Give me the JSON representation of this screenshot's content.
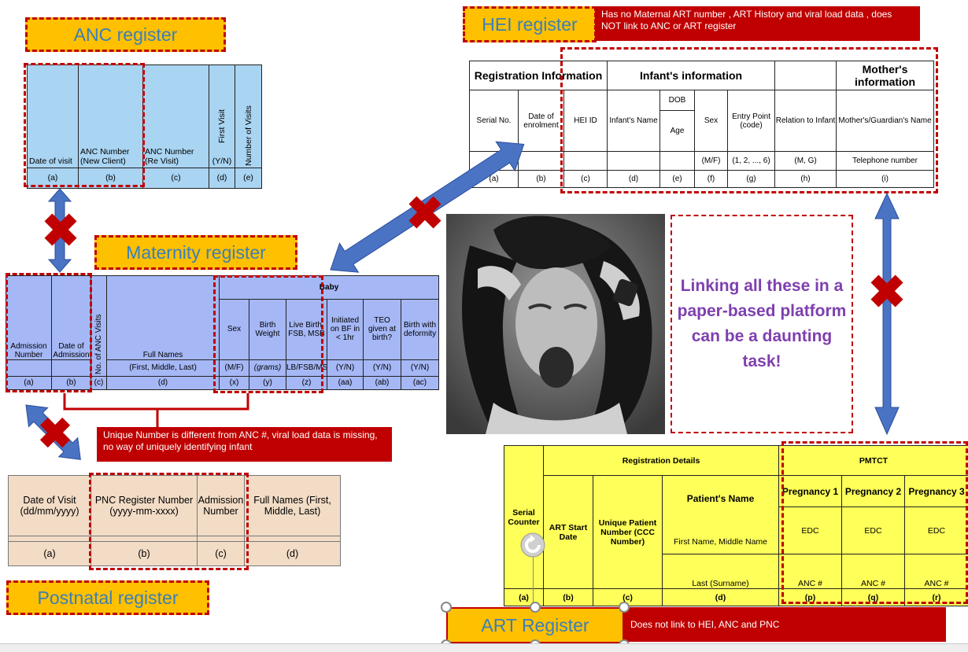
{
  "labels": {
    "anc": "ANC register",
    "maternity": "Maternity register",
    "postnatal": "Postnatal register",
    "hei": "HEI register",
    "art": "ART Register"
  },
  "notes": {
    "hei": "Has no Maternal ART number , ART History and viral load data , does NOT link to ANC or ART register",
    "maternity": "Unique Number is different from ANC #, viral load data is missing, no way of uniquely identifying infant",
    "art": "Does not link to HEI,  ANC and PNC"
  },
  "daunting": "Linking all these in a paper-based platform can be a daunting task!",
  "anc_table": {
    "headers": [
      "Date of visit",
      "ANC Number (New Client)",
      "ANC Number (Re Visit)",
      "First Visit",
      "Number of Visits"
    ],
    "yn": "(Y/N)",
    "codes": [
      "(a)",
      "(b)",
      "(c)",
      "(d)",
      "(e)"
    ]
  },
  "maternity_table": {
    "group": "Baby",
    "headers": [
      "Admission Number",
      "Date of Admission",
      "No. of ANC Visits",
      "Full Names",
      "Sex",
      "Birth Weight",
      "Live Birth, FSB, MSB",
      "Initiated on BF in < 1hr",
      "TEO given at birth?",
      "Birth with deformity"
    ],
    "subs": [
      "",
      "",
      "",
      "(First, Middle, Last)",
      "(M/F)",
      "(grams)",
      "LB/FSB/MSB",
      "(Y/N)",
      "(Y/N)",
      "(Y/N)"
    ],
    "codes": [
      "(a)",
      "(b)",
      "(c)",
      "(d)",
      "(x)",
      "(y)",
      "(z)",
      "(aa)",
      "(ab)",
      "(ac)"
    ]
  },
  "pnc_table": {
    "headers": [
      "Date of Visit (dd/mm/yyyy)",
      "PNC Register Number (yyyy-mm-xxxx)",
      "Admission Number",
      "Full Names (First, Middle, Last)"
    ],
    "codes": [
      "(a)",
      "(b)",
      "(c)",
      "(d)"
    ]
  },
  "hei_table": {
    "groups": [
      "Registration Information",
      "Infant's information",
      "",
      "Mother's  information"
    ],
    "headers": [
      "Serial No.",
      "Date of enrolment",
      "HEI ID",
      "Infant's Name",
      "DOB",
      "Age",
      "Sex",
      "Entry Point (code)",
      "Relation to Infant",
      "Mother's/Guardian's Name"
    ],
    "subs": [
      "(M/F)",
      "(1, 2, ..., 6)",
      "(M, G)",
      "Telephone number"
    ],
    "codes": [
      "(a)",
      "(b)",
      "(c)",
      "(d)",
      "(e)",
      "(f)",
      "(g)",
      "(h)",
      "(i)"
    ]
  },
  "art_table": {
    "group1": "Registration Details",
    "group2": "PMTCT",
    "headers": [
      "Serial Counter",
      "ART Start Date",
      "Unique Patient Number (CCC Number)",
      "Patient's Name",
      "Pregnancy 1",
      "Pregnancy 2",
      "Pregnancy 3"
    ],
    "name_subs": [
      "First Name, Middle Name",
      "Last (Surname)"
    ],
    "edc": "EDC",
    "ancnum": "ANC #",
    "codes": [
      "(a)",
      "(b)",
      "(c)",
      "(d)",
      "(p)",
      "(q)",
      "(r)"
    ]
  }
}
